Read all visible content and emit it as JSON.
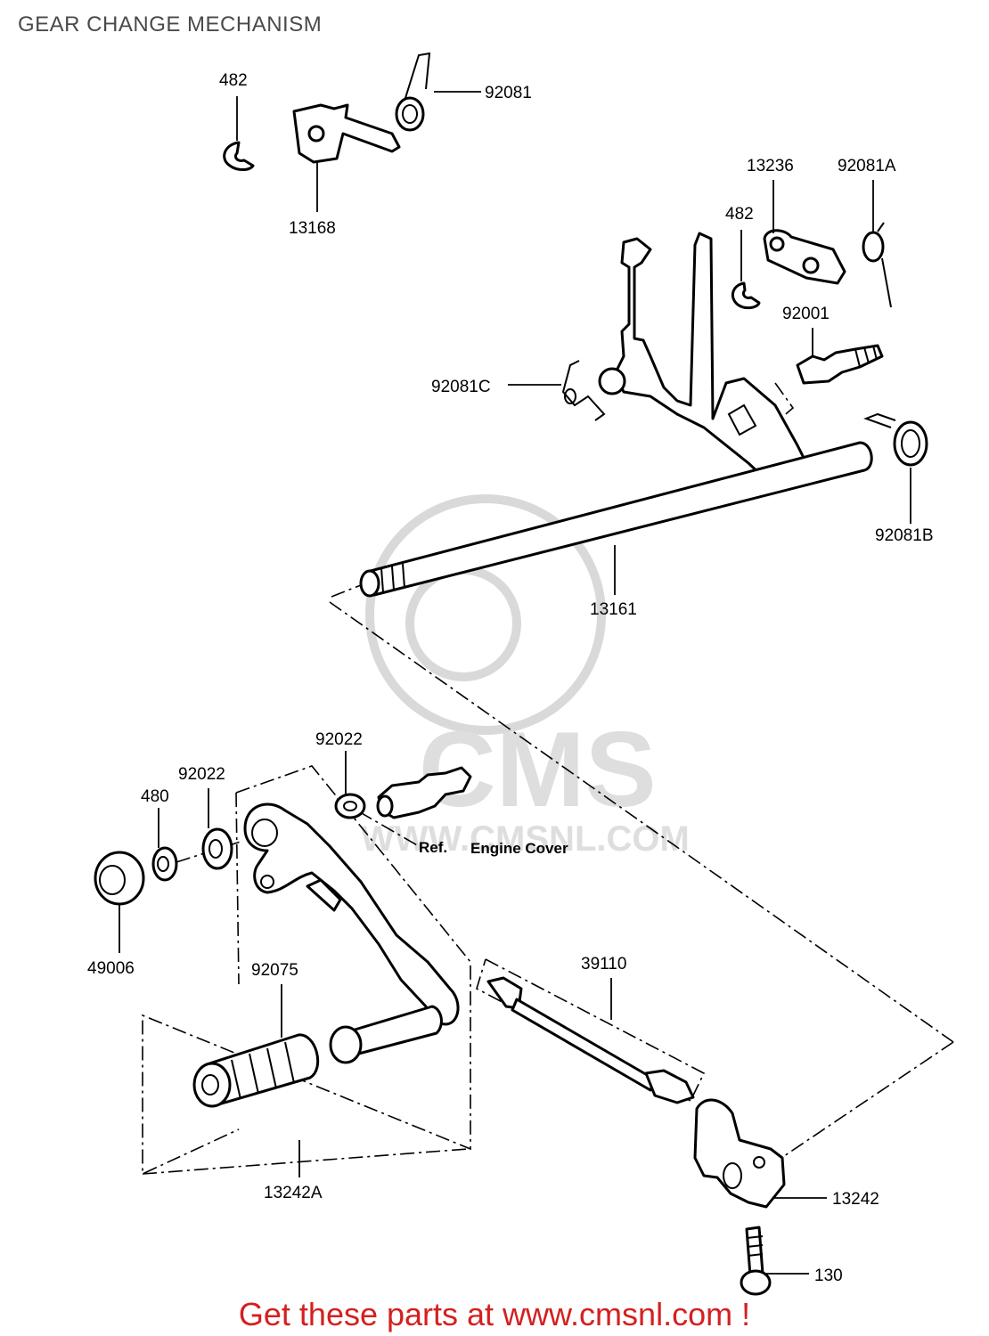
{
  "title": "GEAR CHANGE MECHANISM",
  "footer": "Get these parts at www.cmsnl.com !",
  "watermark": {
    "logo_text": "CMS",
    "url_text": "WWW.CMSNL.COM"
  },
  "reference_note": {
    "ref": "Ref.",
    "cover": "Engine Cover"
  },
  "labels": {
    "p482_top": "482",
    "p92081": "92081",
    "p13168": "13168",
    "p13236": "13236",
    "p92081A": "92081A",
    "p482_right": "482",
    "p92001": "92001",
    "p92081C": "92081C",
    "p92081B": "92081B",
    "p13161": "13161",
    "p92022_upper": "92022",
    "p92022_lower": "92022",
    "p480": "480",
    "p49006": "49006",
    "p92075": "92075",
    "p39110": "39110",
    "p13242A": "13242A",
    "p13242": "13242",
    "p130": "130"
  },
  "colors": {
    "footer": "#d42020",
    "title": "#4a4a4a",
    "watermark": "#d9d9d9"
  }
}
